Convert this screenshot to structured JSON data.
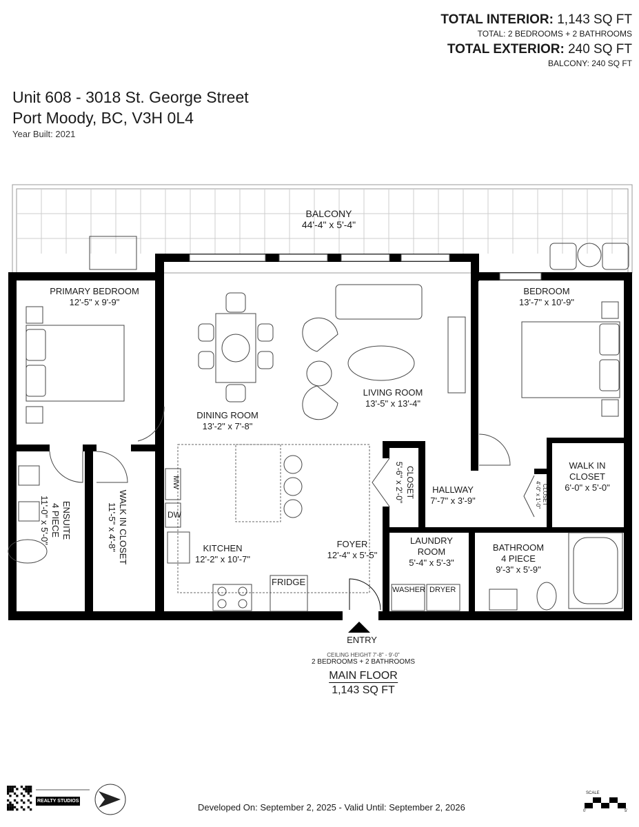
{
  "header": {
    "total_interior_label": "TOTAL INTERIOR:",
    "total_interior_value": "1,143 SQ FT",
    "total_rooms": "TOTAL: 2 BEDROOMS  + 2 BATHROOMS",
    "total_exterior_label": "TOTAL EXTERIOR:",
    "total_exterior_value": "240 SQ FT",
    "balcony_area": "BALCONY: 240 SQ FT"
  },
  "address": {
    "line1": "Unit 608 - 3018 St. George Street",
    "line2": "Port Moody, BC, V3H 0L4",
    "year_built": "Year Built: 2021"
  },
  "rooms": {
    "balcony": {
      "name": "BALCONY",
      "dims": "44'-4\" x  5'-4\""
    },
    "primary_bedroom": {
      "name": "PRIMARY BEDROOM",
      "dims": "12'-5\" x 9'-9\""
    },
    "bedroom": {
      "name": "BEDROOM",
      "dims": "13'-7\" x 10'-9\""
    },
    "living_room": {
      "name": "LIVING ROOM",
      "dims": "13'-5\" x 13'-4\""
    },
    "dining_room": {
      "name": "DINING ROOM",
      "dims": "13'-2\" x 7'-8\""
    },
    "ensuite": {
      "name": "ENSUITE",
      "sub": "4 PIECE",
      "dims": "11'-0\" x 5'-0\""
    },
    "walk_in_closet_1": {
      "name": "WALK IN CLOSET",
      "dims": "11'-5\" x 4'-8\""
    },
    "kitchen": {
      "name": "KITCHEN",
      "dims": "12'-2\" x 10'-7\""
    },
    "foyer": {
      "name": "FOYER",
      "dims": "12'-4\" x 5'-5\""
    },
    "closet_1": {
      "name": "CLOSET",
      "dims": "5'-6\" x 2'-0\""
    },
    "hallway": {
      "name": "HALLWAY",
      "dims": "7'-7\" x 3'-9\""
    },
    "closet_2": {
      "name": "CLOSET",
      "dims": "4'-0\" x 1'-0\""
    },
    "walk_in_closet_2": {
      "name": "WALK IN",
      "name2": "CLOSET",
      "dims": "6'-0\" x 5'-0\""
    },
    "laundry": {
      "name": "LAUNDRY",
      "name2": "ROOM",
      "dims": "5'-4\" x 5'-3\""
    },
    "bathroom": {
      "name": "BATHROOM",
      "sub": "4 PIECE",
      "dims": "9'-3\" x 5'-9\""
    }
  },
  "appliances": {
    "mw": "MW",
    "dw": "DW",
    "fridge": "FRIDGE",
    "washer": "WASHER",
    "dryer": "DRYER"
  },
  "entry": "ENTRY",
  "floor_info": {
    "ceiling": "CEILING HEIGHT 7'-8\" - 9'-0\"",
    "rooms": "2 BEDROOMS + 2 BATHROOMS",
    "floor_name": "MAIN FLOOR",
    "area": "1,143 SQ FT"
  },
  "footer": {
    "logo": "REALTY STUDIOS",
    "dates": "Developed On: September 2, 2025 - Valid Until: September 2, 2026",
    "scale_label": "SCALE",
    "scale_min": "0'",
    "scale_max": "5'"
  },
  "icons": [
    "qr-code-icon",
    "north-arrow-icon",
    "scale-bar-icon",
    "entry-arrow-icon"
  ]
}
